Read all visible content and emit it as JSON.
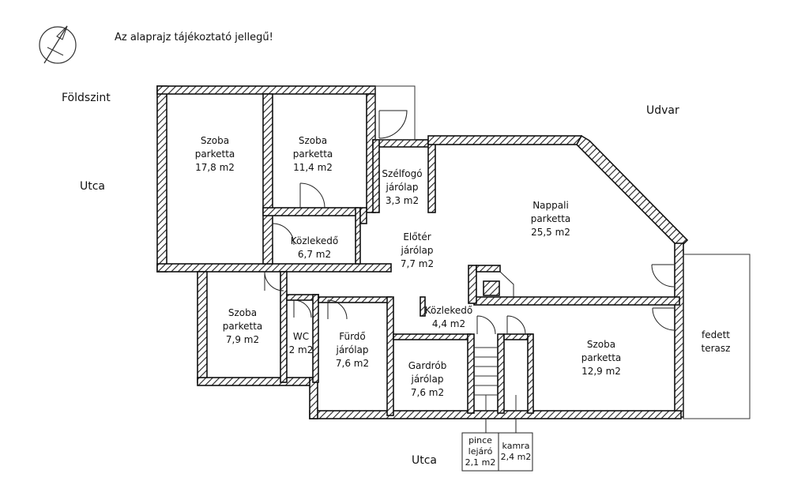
{
  "note": "Az alaprajz tájékoztató jellegű!",
  "level": "Földszint",
  "labels": {
    "yard": "Udvar",
    "street_left": "Utca",
    "street_bottom": "Utca"
  },
  "rooms": {
    "szoba1": {
      "name": "Szoba",
      "floor": "parketta",
      "area": "17,8 m2"
    },
    "szoba2": {
      "name": "Szoba",
      "floor": "parketta",
      "area": "11,4 m2"
    },
    "szelfogo": {
      "name": "Szélfogó",
      "floor": "járólap",
      "area": "3,3 m2"
    },
    "nappali": {
      "name": "Nappali",
      "floor": "parketta",
      "area": "25,5 m2"
    },
    "kozleked1": {
      "name": "Közlekedő",
      "area": "6,7 m2"
    },
    "eloter": {
      "name": "Előtér",
      "floor": "járólap",
      "area": "7,7 m2"
    },
    "szoba3": {
      "name": "Szoba",
      "floor": "parketta",
      "area": "7,9 m2"
    },
    "wc": {
      "name": "WC",
      "area": "2 m2"
    },
    "furdo": {
      "name": "Fürdő",
      "floor": "járólap",
      "area": "7,6 m2"
    },
    "kozleked2": {
      "name": "Közlekedő",
      "area": "4,4 m2"
    },
    "gardrob": {
      "name": "Gardrób",
      "floor": "járólap",
      "area": "7,6 m2"
    },
    "szoba4": {
      "name": "Szoba",
      "floor": "parketta",
      "area": "12,9 m2"
    },
    "terasz": {
      "name": "fedett",
      "floor": "terasz"
    },
    "pince": {
      "name": "pince",
      "floor": "lejáró",
      "area": "2,1 m2"
    },
    "kamra": {
      "name": "kamra",
      "area": "2,4 m2"
    }
  }
}
